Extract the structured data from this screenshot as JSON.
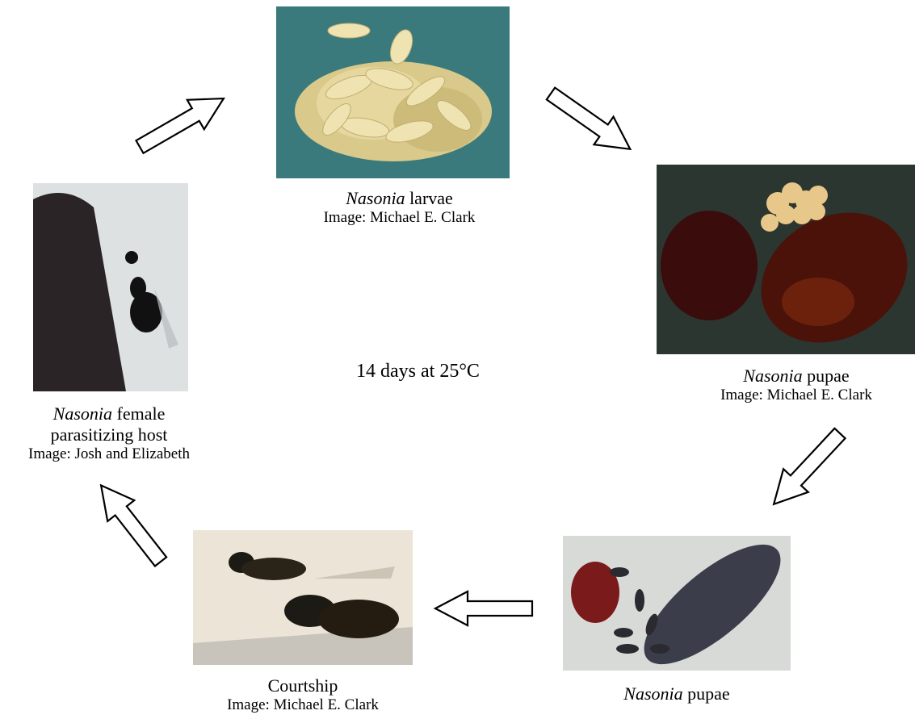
{
  "center_label": "14 days at 25°C",
  "stages": [
    {
      "id": "larvae",
      "genus": "Nasonia",
      "rest": " larvae",
      "credit": "Image: Michael E. Clark"
    },
    {
      "id": "pupae-host",
      "genus": "Nasonia",
      "rest": " pupae",
      "credit": "Image: Michael E. Clark"
    },
    {
      "id": "pupae-emerging",
      "genus": "Nasonia",
      "rest": " pupae"
    },
    {
      "id": "courtship",
      "line1": "Courtship",
      "credit": "Image: Michael E. Clark"
    },
    {
      "id": "female",
      "genus": "Nasonia",
      "rest": " female",
      "line2": "parasitizing host",
      "credit": "Image: Josh and Elizabeth"
    }
  ],
  "icons": [
    "larvae-photo",
    "pupae-photo",
    "emerging-pupae-photo",
    "courtship-photo",
    "female-wasp-photo"
  ]
}
